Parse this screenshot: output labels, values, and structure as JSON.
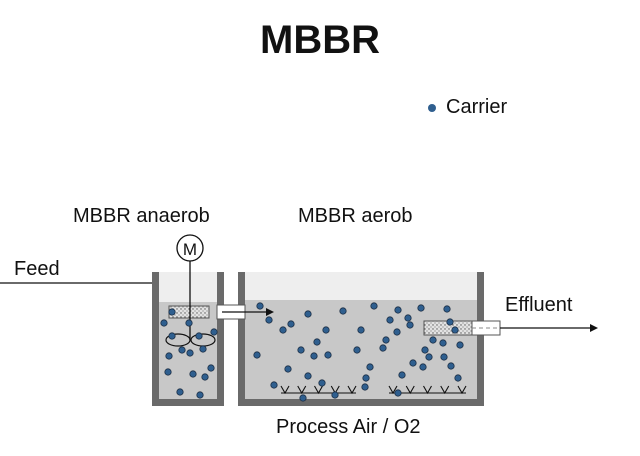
{
  "title": "MBBR",
  "legend": {
    "carrier_label": "Carrier"
  },
  "labels": {
    "anaerob": "MBBR anaerob",
    "aerob": "MBBR aerob",
    "feed": "Feed",
    "effluent": "Effluent",
    "process_air": "Process Air / O2",
    "motor": "M"
  },
  "colors": {
    "carrier": "#2f5f8f",
    "water": "#c8c8c8",
    "tank_wall": "#6a6a6a",
    "headspace": "#eeeeee"
  }
}
